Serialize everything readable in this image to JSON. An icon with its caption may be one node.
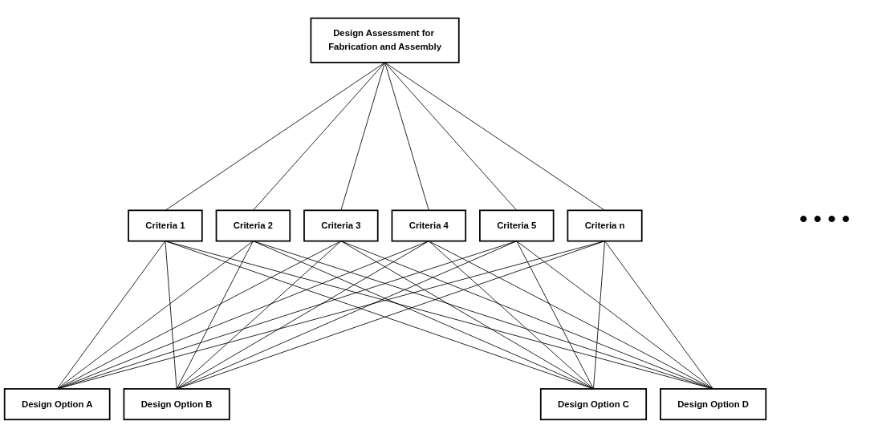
{
  "diagram": {
    "nodes": [
      {
        "text": [
          "Design Assessment for Fabrication and Assembly"
        ]
      },
      {
        "text": [
          "Criteria 1"
        ]
      },
      {
        "text": [
          "Criteria 2"
        ]
      },
      {
        "text": [
          "Criteria 3"
        ]
      },
      {
        "text": [
          "Criteria 4"
        ]
      },
      {
        "text": [
          "Criteria 5"
        ]
      },
      {
        "text": [
          "Criteria n"
        ]
      },
      {
        "text": [
          "Design Option A"
        ]
      },
      {
        "text": [
          "Design Option B"
        ]
      },
      {
        "text": [
          "Design Option C"
        ]
      },
      {
        "text": [
          "Design Option D"
        ]
      }
    ],
    "edges": [
      {
        "from": 0,
        "to": 1,
        "arrow": "none"
      },
      {
        "from": 0,
        "to": 2,
        "arrow": "none"
      },
      {
        "from": 0,
        "to": 3,
        "arrow": "none"
      },
      {
        "from": 0,
        "to": 4,
        "arrow": "none"
      },
      {
        "from": 0,
        "to": 5,
        "arrow": "none"
      },
      {
        "from": 0,
        "to": 6,
        "arrow": "none"
      },
      {
        "from": 1,
        "to": 7,
        "arrow": "none"
      },
      {
        "from": 1,
        "to": 8,
        "arrow": "none"
      },
      {
        "from": 1,
        "to": 9,
        "arrow": "none"
      },
      {
        "from": 1,
        "to": 10,
        "arrow": "none"
      },
      {
        "from": 2,
        "to": 7,
        "arrow": "none"
      },
      {
        "from": 2,
        "to": 8,
        "arrow": "none"
      },
      {
        "from": 2,
        "to": 9,
        "arrow": "none"
      },
      {
        "from": 2,
        "to": 10,
        "arrow": "none"
      },
      {
        "from": 3,
        "to": 7,
        "arrow": "none"
      },
      {
        "from": 3,
        "to": 8,
        "arrow": "none"
      },
      {
        "from": 3,
        "to": 9,
        "arrow": "none"
      },
      {
        "from": 3,
        "to": 10,
        "arrow": "none"
      },
      {
        "from": 4,
        "to": 7,
        "arrow": "none"
      },
      {
        "from": 4,
        "to": 8,
        "arrow": "none"
      },
      {
        "from": 4,
        "to": 9,
        "arrow": "none"
      },
      {
        "from": 4,
        "to": 10,
        "arrow": "none"
      },
      {
        "from": 5,
        "to": 7,
        "arrow": "none"
      },
      {
        "from": 5,
        "to": 8,
        "arrow": "none"
      },
      {
        "from": 5,
        "to": 9,
        "arrow": "none"
      },
      {
        "from": 5,
        "to": 10,
        "arrow": "none"
      },
      {
        "from": 6,
        "to": 7,
        "arrow": "none"
      },
      {
        "from": 6,
        "to": 8,
        "arrow": "none"
      },
      {
        "from": 6,
        "to": 9,
        "arrow": "none"
      },
      {
        "from": 6,
        "to": 10,
        "arrow": "none"
      }
    ],
    "labels": [
      "• • • •"
    ]
  }
}
